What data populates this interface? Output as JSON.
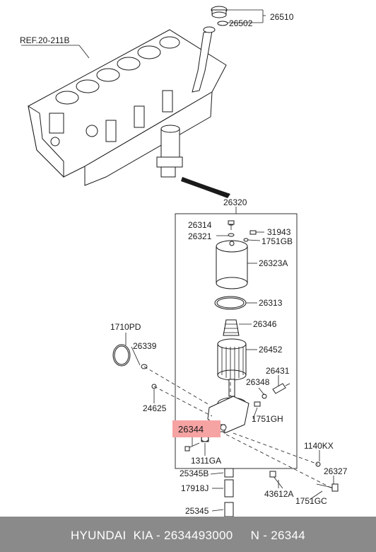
{
  "diagram": {
    "labels": {
      "ref": "REF.20-211B",
      "p26510": "26510",
      "p26502": "26502",
      "p26320": "26320",
      "p26314": "26314",
      "p26321": "26321",
      "p31943": "31943",
      "p1751GB": "1751GB",
      "p26323A": "26323A",
      "p26313": "26313",
      "p26346": "26346",
      "p26452": "26452",
      "p1710PD": "1710PD",
      "p26339": "26339",
      "p26431": "26431",
      "p26348": "26348",
      "p24625": "24625",
      "p1751GH": "1751GH",
      "p26344": "26344",
      "p1311GA": "1311GA",
      "p1140KX": "1140KX",
      "p25345B": "25345B",
      "p26327": "26327",
      "p17918J": "17918J",
      "p43612A": "43612A",
      "p1751GC": "1751GC",
      "p25345": "25345"
    },
    "highlight_color": "#f6a3a3"
  },
  "footer": {
    "text": "HYUNDAI  KIA - 2634493000     N - 26344",
    "background": "#8a8a8a"
  }
}
